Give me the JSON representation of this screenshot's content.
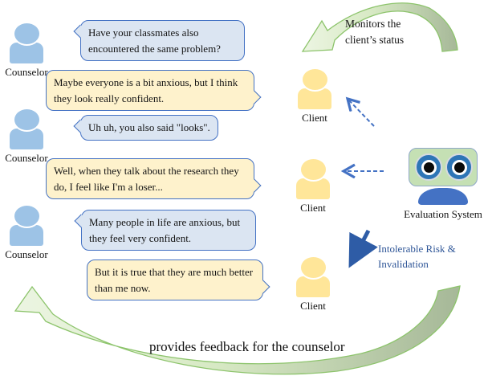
{
  "figure": {
    "conversation": [
      {
        "speaker_label": "Counselor",
        "text": "Have your classmates also encountered the same problem?"
      },
      {
        "speaker_label": "Client",
        "text": "Maybe everyone is a bit anxious, but I think they look really confident."
      },
      {
        "speaker_label": "Counselor",
        "text": "Uh uh, you also said \"looks\"."
      },
      {
        "speaker_label": "Client",
        "text": "Well, when they talk about the research they do, I feel like I'm a loser..."
      },
      {
        "speaker_label": "Counselor",
        "text": "Many people in life are anxious, but they feel very confident."
      },
      {
        "speaker_label": "Client",
        "text": "But it is true that they are much better than me now."
      }
    ],
    "labels": {
      "counselor": "Counselor",
      "client": "Client",
      "evaluation_system": "Evaluation System"
    },
    "annotations": {
      "monitors": "Monitors the client’s status",
      "risk": "Intolerable Risk & Invalidation",
      "feedback": "provides feedback for the counselor"
    },
    "colors": {
      "counselor_avatar": "#9DC3E6",
      "client_avatar": "#FFE699",
      "counselor_bubble_fill": "#DBE5F2",
      "client_bubble_fill": "#FEF2CC",
      "bubble_border": "#4472C4",
      "robot_head": "#C5E0B4",
      "robot_eye": "#2E75B6",
      "robot_body": "#4472C4",
      "green_arrow_light": "#EBF4E1",
      "green_arrow_dark": "#A6B898",
      "green_arrow_outline": "#8DC46C",
      "blue_arrow": "#2E5CA6",
      "risk_text_color": "#2E5597"
    },
    "icons": {
      "counselor": "person-icon",
      "client": "person-icon",
      "evaluation_system": "robot-icon"
    }
  }
}
